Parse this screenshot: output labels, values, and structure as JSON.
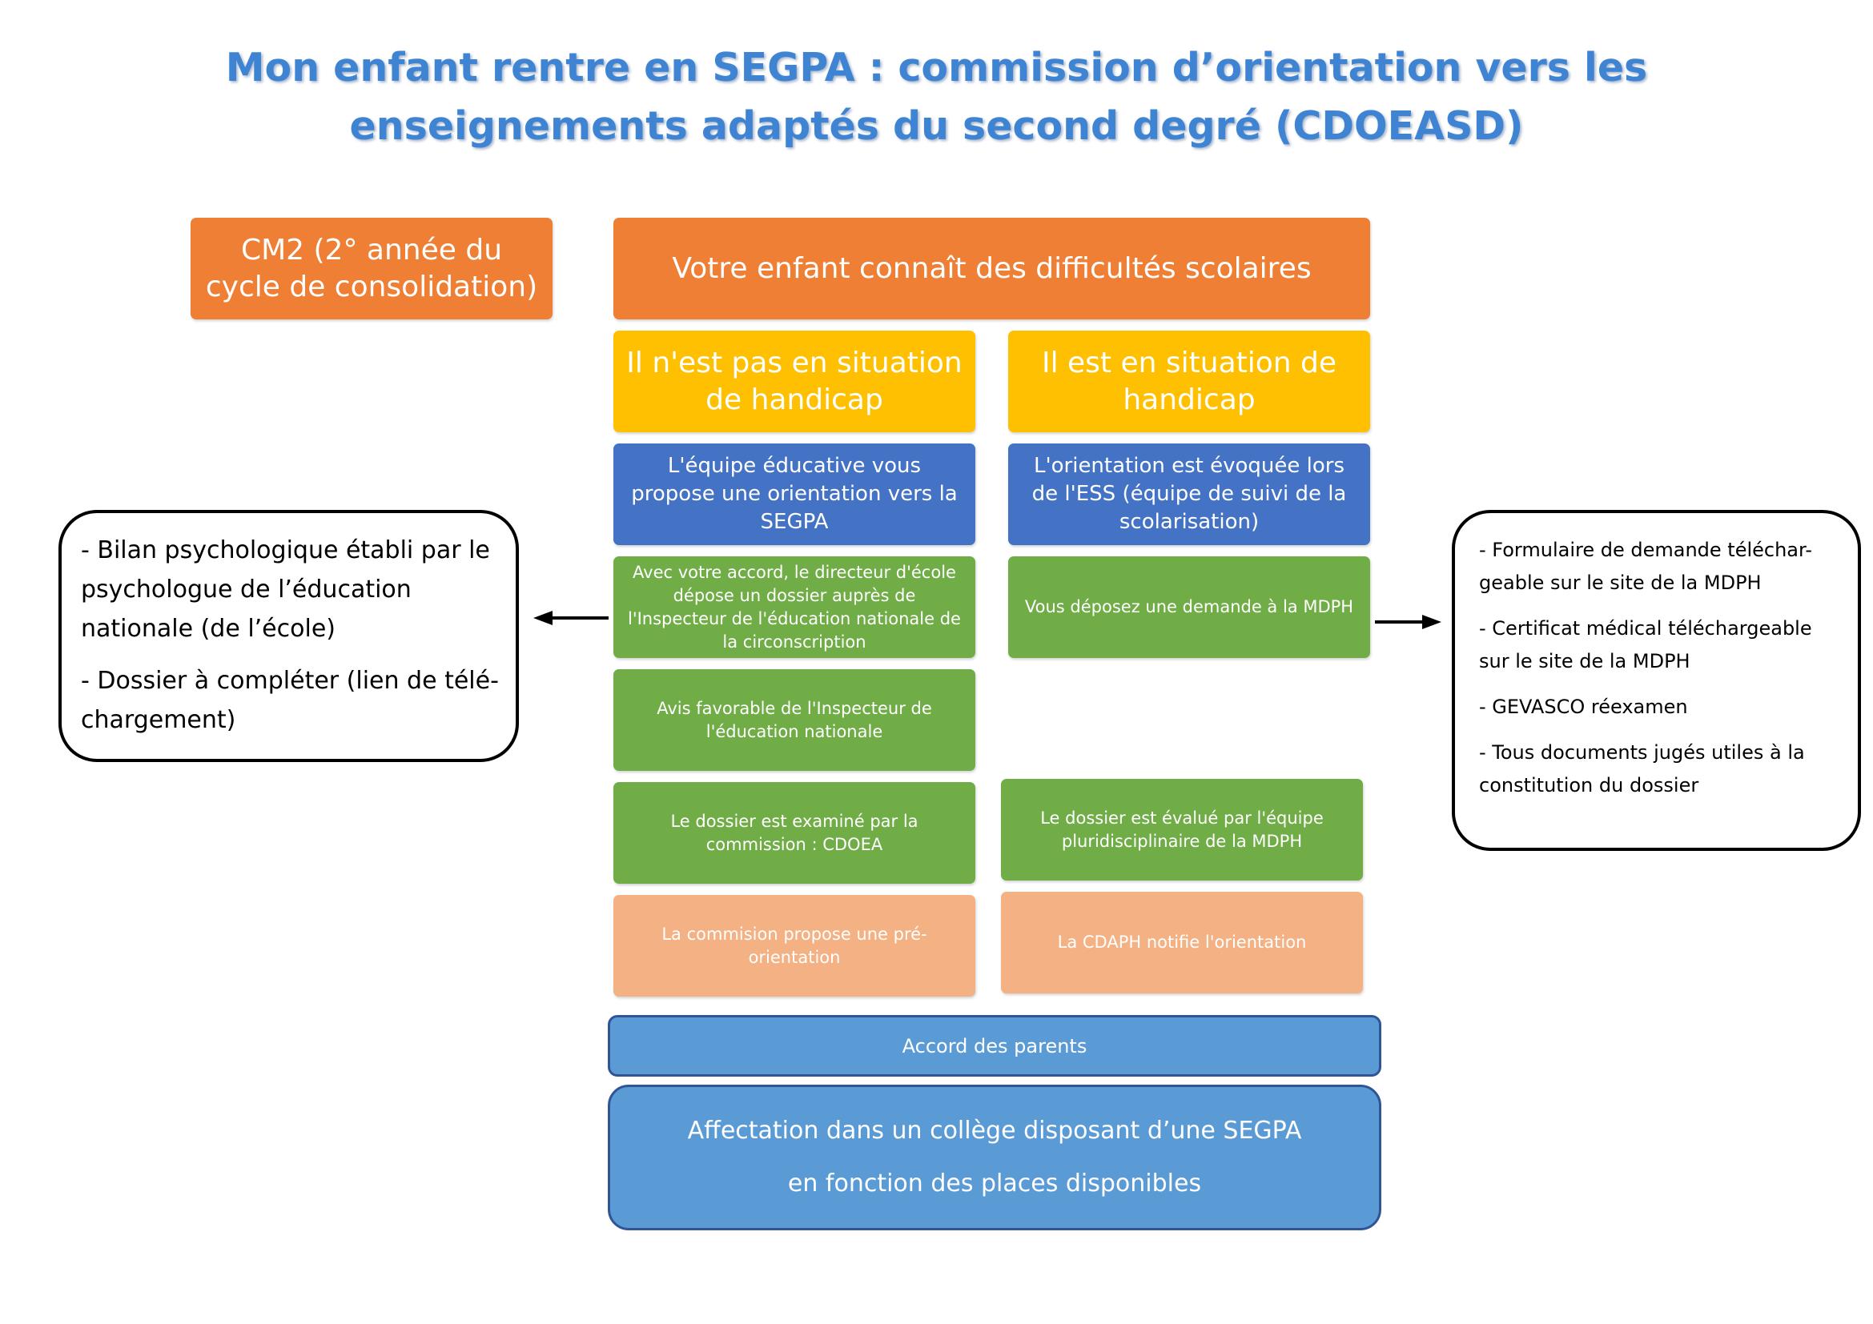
{
  "title": {
    "line1": "Mon enfant rentre en SEGPA : commission d’orientation vers les",
    "line2": "enseignements adaptés du second degré (CDOEASD)"
  },
  "cm2": "CM2 (2° année du cycle de consolidation)",
  "difficulties": "Votre enfant connaît des difficultés scolaires",
  "no_handicap": {
    "header": "Il n'est pas en situation de handicap",
    "steps": [
      "L'équipe éducative vous propose une orientation vers la SEGPA",
      "Avec votre accord, le directeur d'école dépose un dossier auprès de l'Inspecteur de l'éducation nationale de la circonscription",
      "Avis favorable de l'Inspecteur de l'éducation nationale",
      "Le dossier est examiné par la commission : CDOEA",
      "La commision propose une pré-orientation"
    ]
  },
  "handicap": {
    "header": "Il est en situation de handicap",
    "steps": [
      "L'orientation est évoquée lors de l'ESS (équipe de suivi de la scolarisation)",
      "Vous déposez une demande à la MDPH",
      "Le dossier est évalué par l'équipe pluridisciplinaire de la MDPH",
      "La CDAPH notifie l'orientation"
    ]
  },
  "left_note": [
    "- Bilan psychologique établi par le psychologue de l’éducation nationale (de l’école)",
    "- Dossier à compléter (lien de télé-chargement)"
  ],
  "right_note": [
    "- Formulaire de demande téléchar-geable sur le site de la MDPH",
    "- Certificat médical téléchargeable sur le site de la MDPH",
    "- GEVASCO réexamen",
    "- Tous documents jugés utiles à la constitution du dossier"
  ],
  "parents_agreement": "Accord des parents",
  "assignment": {
    "line1": "Affectation dans un collège disposant d’une SEGPA",
    "line2": "en fonction des places disponibles"
  },
  "colors": {
    "title": "#3f84d3",
    "orange": "#ee7f35",
    "yellow": "#fec000",
    "blue": "#4472c5",
    "green": "#70ad47",
    "peach": "#f4b183",
    "sky": "#5b9bd5"
  }
}
